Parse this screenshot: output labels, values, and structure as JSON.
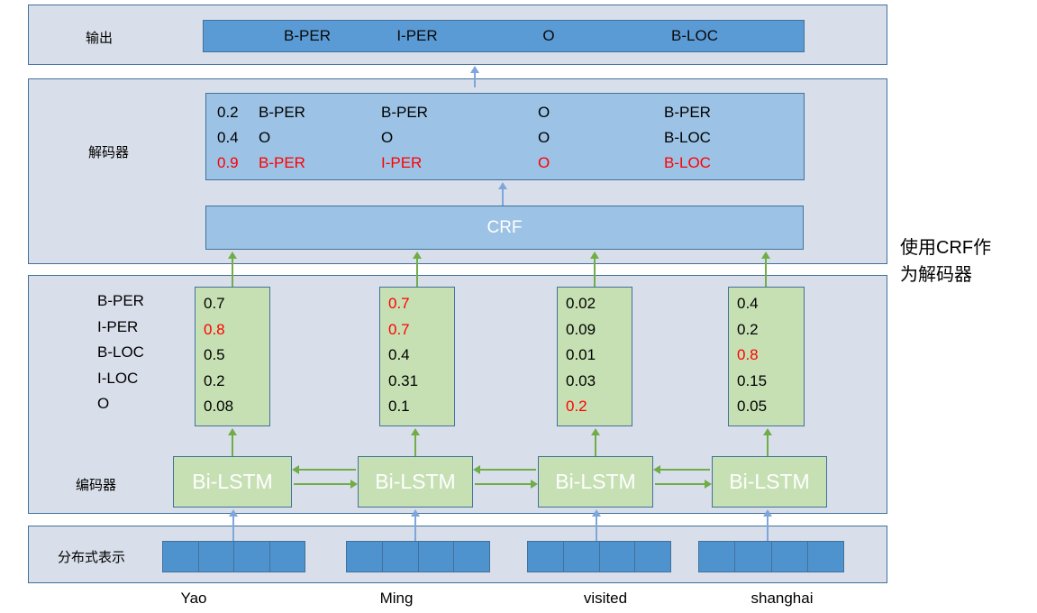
{
  "colors": {
    "panel_bg": "#d9dfea",
    "panel_border": "#41719c",
    "output_bar_blue": "#5b9bd5",
    "table_blue": "#9cc3e5",
    "box_green": "#c6e0b4",
    "embedding_blue": "#4f93ce",
    "arrow_green": "#70ad47",
    "arrow_blue": "#7da7dc",
    "highlight_red": "#ff0000",
    "text_black": "#000000",
    "text_white": "#ffffff"
  },
  "output": {
    "label": "输出",
    "tags": [
      "B-PER",
      "I-PER",
      "O",
      "B-LOC"
    ]
  },
  "decoder": {
    "label": "解码器",
    "crf_label": "CRF",
    "table": {
      "rows": [
        {
          "score": "0.2",
          "cells": [
            "B-PER",
            "B-PER",
            "O",
            "B-PER"
          ],
          "color": "#000000"
        },
        {
          "score": "0.4",
          "cells": [
            "O",
            "O",
            "O",
            "B-LOC"
          ],
          "color": "#000000"
        },
        {
          "score": "0.9",
          "cells": [
            "B-PER",
            "I-PER",
            "O",
            "B-LOC"
          ],
          "color": "#ff0000"
        }
      ]
    }
  },
  "encoder": {
    "label": "编码器",
    "bilstm_label": "Bi-LSTM",
    "tag_labels": [
      "B-PER",
      "I-PER",
      "B-LOC",
      "I-LOC",
      "O"
    ],
    "columns": [
      {
        "values": [
          "0.7",
          "0.8",
          "0.5",
          "0.2",
          "0.08"
        ],
        "value_colors": [
          "#000000",
          "#ff0000",
          "#000000",
          "#000000",
          "#000000"
        ]
      },
      {
        "values": [
          "0.7",
          "0.7",
          "0.4",
          "0.31",
          "0.1"
        ],
        "value_colors": [
          "#ff0000",
          "#ff0000",
          "#000000",
          "#000000",
          "#000000"
        ]
      },
      {
        "values": [
          "0.02",
          "0.09",
          "0.01",
          "0.03",
          "0.2"
        ],
        "value_colors": [
          "#000000",
          "#000000",
          "#000000",
          "#000000",
          "#ff0000"
        ]
      },
      {
        "values": [
          "0.4",
          "0.2",
          "0.8",
          "0.15",
          "0.05"
        ],
        "value_colors": [
          "#000000",
          "#000000",
          "#ff0000",
          "#000000",
          "#000000"
        ]
      }
    ]
  },
  "embedding": {
    "label": "分布式表示"
  },
  "words": [
    "Yao",
    "Ming",
    "visited",
    "shanghai"
  ],
  "side_note": "使用CRF作\n为解码器"
}
